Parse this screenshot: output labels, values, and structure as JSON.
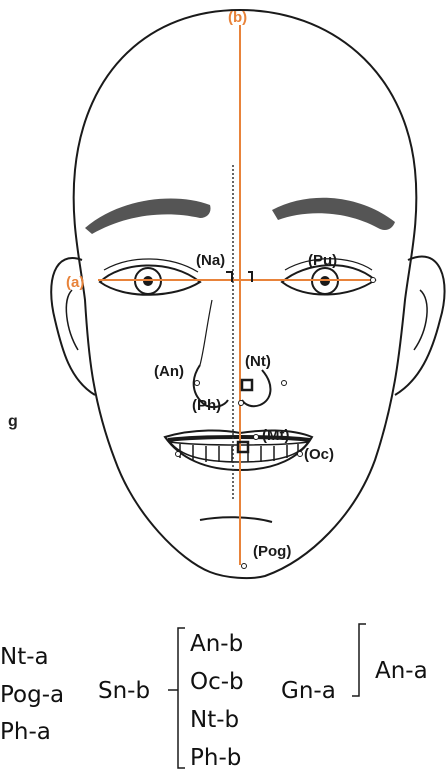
{
  "labels": {
    "b": "(b)",
    "a": "(a)",
    "na": "(Na)",
    "pu": "(Pu)",
    "an": "(An)",
    "nt": "(Nt)",
    "ph": "(Ph)",
    "mt": "(Mt)",
    "oc": "(Oc)",
    "pog": "(Pog)",
    "g": "g"
  },
  "bottom": {
    "left_col": [
      "Nt-a",
      "Pog-a",
      "Ph-a"
    ],
    "sn_b": "Sn-b",
    "mid_col": [
      "An-b",
      "Oc-b",
      "Nt-b",
      "Ph-b"
    ],
    "gn_a": "Gn-a",
    "an_a": "An-a"
  },
  "colors": {
    "accent_line": "#e8833a",
    "eyebrow": "#555555",
    "outline": "#1a1a1a"
  }
}
